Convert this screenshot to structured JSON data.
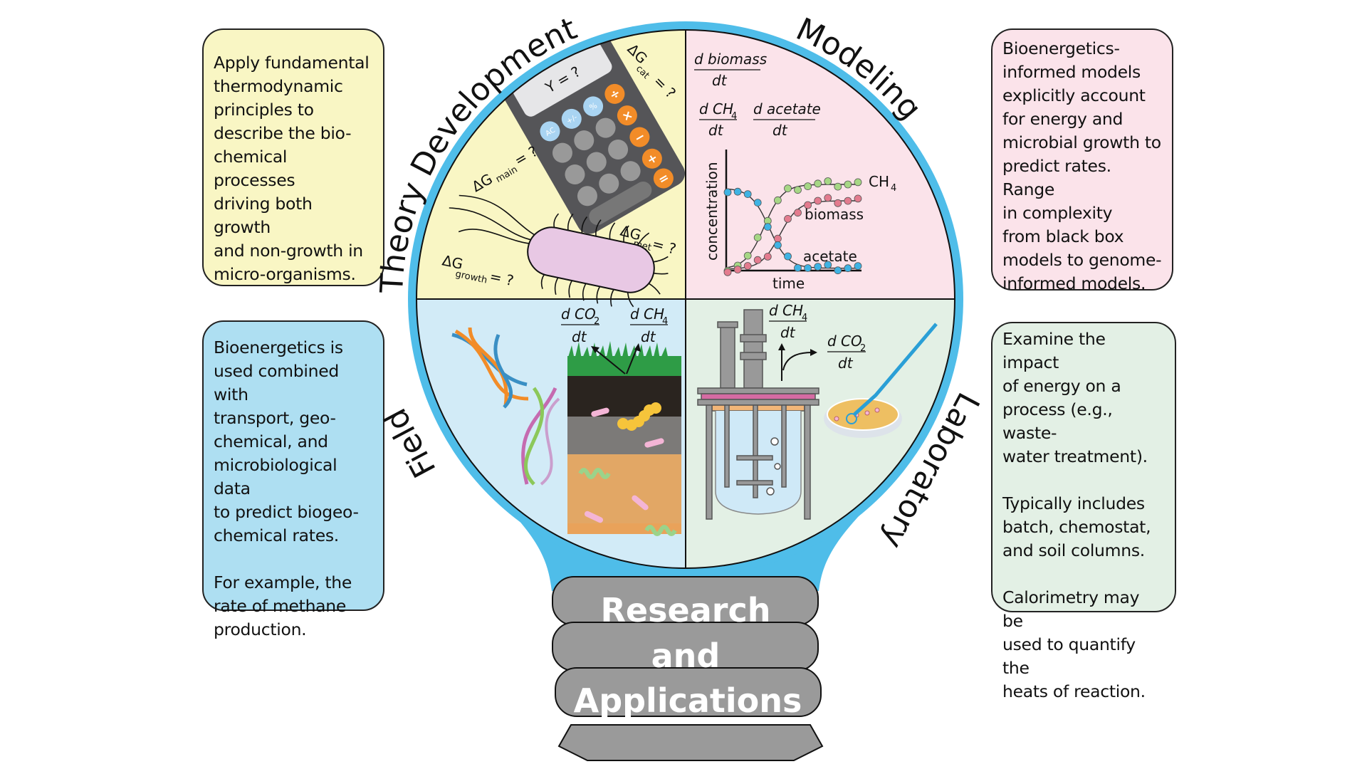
{
  "quadrants": {
    "theory": {
      "title": "Theory Development",
      "color": "#f9f6c4",
      "labels": {
        "calculator_display": "Y = ?",
        "calc_ac": "AC",
        "calc_plusminus": "+/-",
        "calc_percent": "%",
        "calc_divide": "÷",
        "calc_times": "×",
        "calc_minus": "−",
        "calc_plus": "+",
        "calc_equals": "=",
        "dg_cat": "ΔG",
        "dg_cat_sub": "cat",
        "dg_main": "ΔG",
        "dg_main_sub": "main",
        "dg_met": "ΔG",
        "dg_met_sub": "met",
        "dg_growth": "ΔG",
        "dg_growth_sub": "growth",
        "eq_q": "= ?"
      }
    },
    "modeling": {
      "title": "Modeling",
      "color": "#fbe3ea",
      "eq_biomass_num": "d biomass",
      "eq_ch4_num": "d CH",
      "eq_acetate_num": "d acetate",
      "eq_den": "dt",
      "sub4": "4",
      "plot": {
        "ylabel": "concentration",
        "xlabel": "time",
        "series_labels": {
          "ch4": "CH",
          "biomass": "biomass",
          "acetate": "acetate"
        }
      }
    },
    "field": {
      "title": "Field",
      "color": "#d2ebf7",
      "eq_co2_num": "d CO",
      "eq_ch4_num": "d CH",
      "eq_den": "dt",
      "sub2": "2",
      "sub4": "4"
    },
    "laboratory": {
      "title": "Laboratory",
      "color": "#e3f0e5",
      "eq_ch4_num": "d CH",
      "eq_co2_num": "d CO",
      "eq_den": "dt",
      "sub2": "2",
      "sub4": "4"
    }
  },
  "boxes": {
    "theory": {
      "paragraphs": [
        "Apply fundamental\nthermodynamic\nprinciples to\ndescribe the bio-\nchemical processes\ndriving both growth\nand non-growth in\nmicro-organisms."
      ]
    },
    "modeling": {
      "paragraphs": [
        "Bioenergetics-\ninformed models\nexplicitly account\nfor energy and\nmicrobial growth to\npredict rates. Range\nin complexity\nfrom black box\nmodels to genome-\ninformed models."
      ]
    },
    "field": {
      "paragraphs": [
        "Bioenergetics is\nused combined with\ntransport, geo-\nchemical, and\nmicrobiological data\nto predict biogeo-\nchemical rates.",
        "For example, the\nrate of methane\nproduction."
      ]
    },
    "laboratory": {
      "paragraphs": [
        "Examine the impact\nof energy on a\nprocess (e.g., waste-\nwater treatment).",
        "Typically includes\nbatch, chemostat,\nand soil columns.",
        "Calorimetry may be\nused to quantify the\nheats of reaction."
      ]
    }
  },
  "base": {
    "lines": [
      "Research",
      "and",
      "Applications"
    ]
  },
  "colors": {
    "bulb_ring": "#4fbde9",
    "base_gray": "#9a9a9a",
    "ch4_points": "#a6d785",
    "biomass_points": "#e37b8e",
    "acetate_points": "#3fb3e3"
  }
}
